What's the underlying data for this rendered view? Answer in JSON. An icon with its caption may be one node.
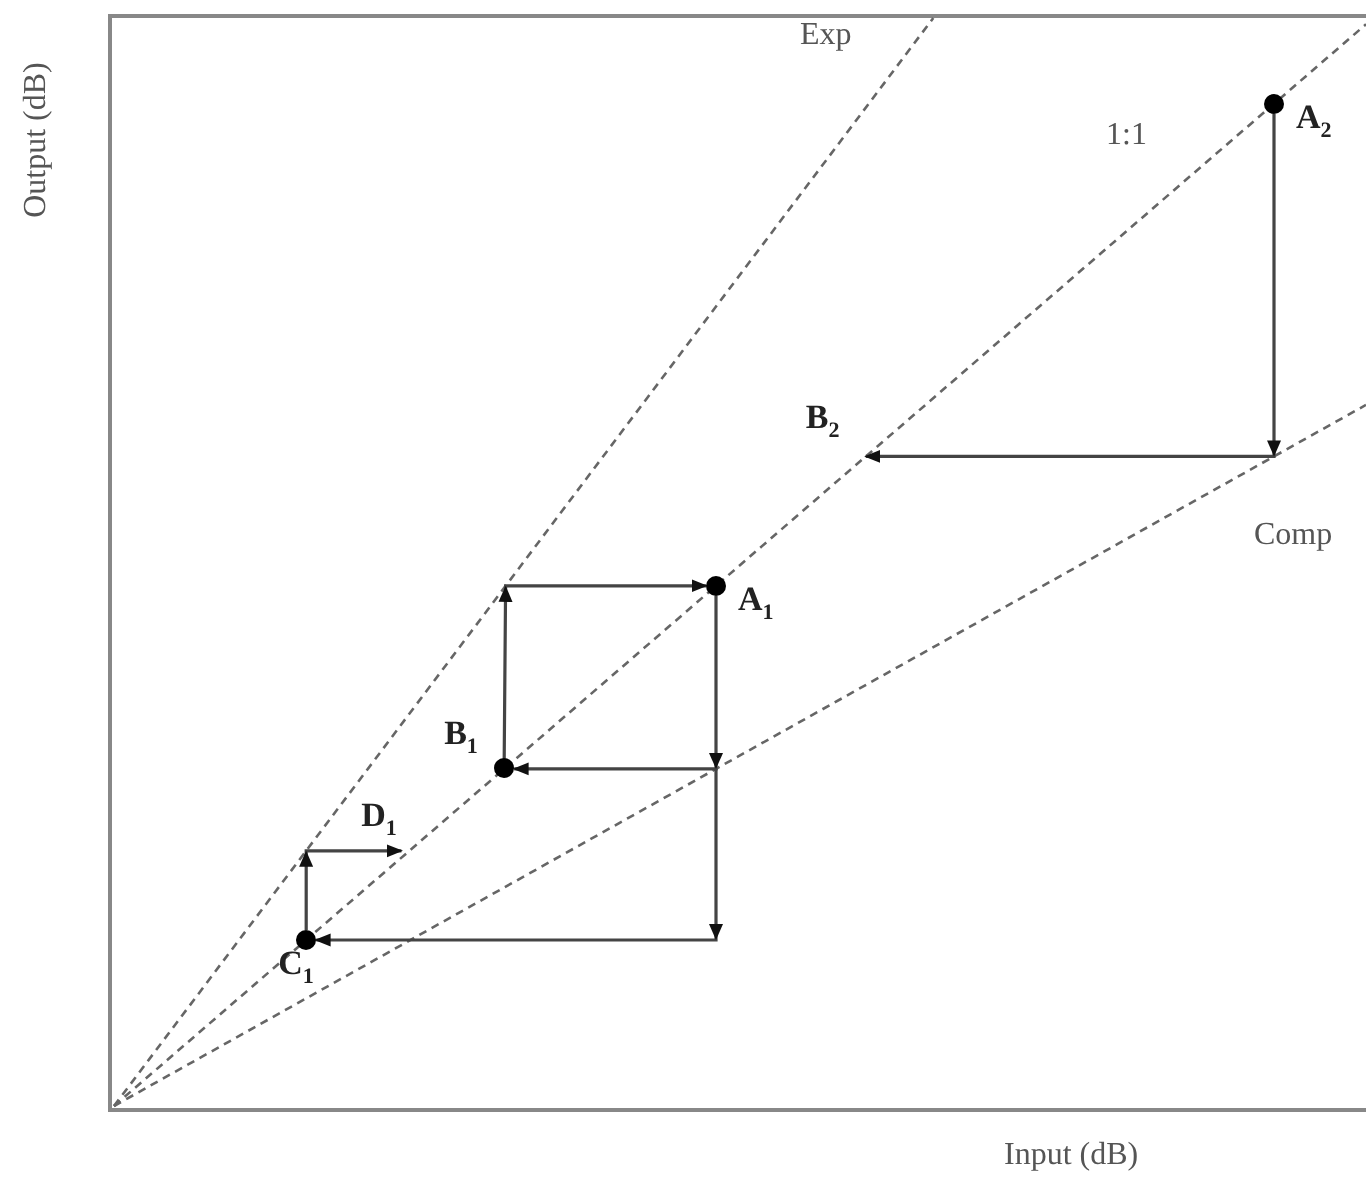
{
  "diagram": {
    "nodes": [
      {
        "text": [
          "A$_{2}$"
        ]
      },
      {
        "text": [
          "B$_{2}$"
        ]
      },
      {
        "text": [
          "A$_{1}$"
        ]
      },
      {
        "text": [
          "B$_{1}$"
        ]
      },
      {
        "text": [
          "D$_{1}$"
        ]
      },
      {
        "text": [
          "C$_{1}$"
        ]
      }
    ],
    "edges": [
      {
        "from": 0,
        "to": 1,
        "arrow": "to"
      },
      {
        "from": 2,
        "to": 3,
        "arrow": "to"
      },
      {
        "from": 3,
        "to": 2,
        "arrow": "to"
      },
      {
        "from": null,
        "to": 5,
        "arrow": "to"
      },
      {
        "from": 5,
        "to": 4,
        "arrow": "to"
      }
    ],
    "labels": [
      "Exp",
      "1:1",
      "Comp",
      "Output (dB)",
      "Input (dB)"
    ]
  }
}
